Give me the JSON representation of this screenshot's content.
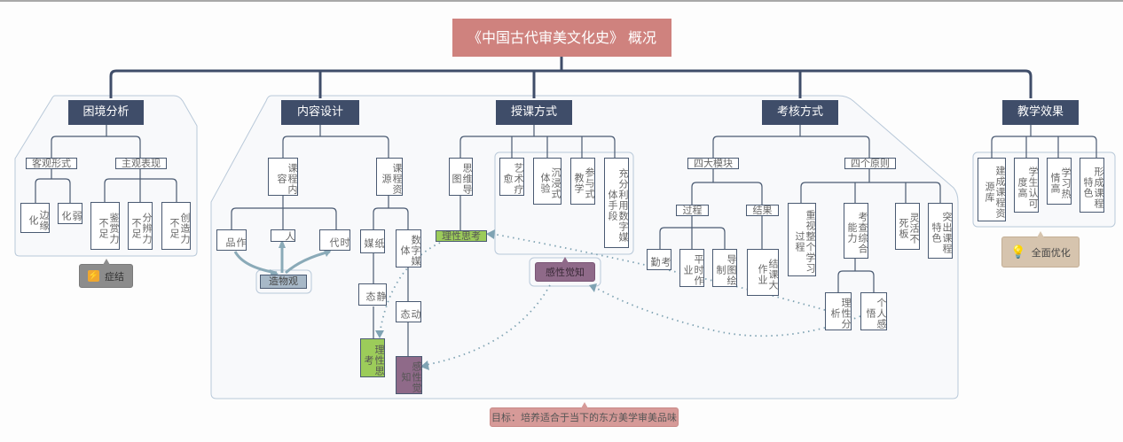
{
  "root": {
    "title": "《中国古代审美文化史》 概况"
  },
  "colors": {
    "root": "#cf827e",
    "main": "#3f4d69",
    "green": "#9ccc5a",
    "purple": "#8f6a89",
    "line": "#4a5a72",
    "dotted": "#7fa3b3"
  },
  "branches": {
    "predicament": {
      "label": "困境分析",
      "objective": "客观形式",
      "subjective": "主观表现",
      "obj_items": [
        "边缘化",
        "弱化"
      ],
      "subj_items": [
        "鉴赏力不足",
        "分辨力不足",
        "创造力不足"
      ],
      "callout": "症结",
      "callout_icon": "lightning-icon"
    },
    "content": {
      "label": "内容设计",
      "course_content": "课程内容",
      "course_resources": "课程资源",
      "content_items": [
        "作品",
        "人",
        "时代"
      ],
      "worldview": "造物观",
      "resource_items": [
        "纸媒",
        "数字媒体"
      ],
      "static": "静态",
      "dynamic": "动态",
      "rational": "理性思考",
      "perceptual": "感性觉知"
    },
    "teaching": {
      "label": "授课方式",
      "mindmap": "思维导图",
      "mindmap_result": "理性思考",
      "methods": [
        "艺术疗愈",
        "沉浸式体验",
        "参与式教学",
        "充分利用数字媒体手段"
      ],
      "callout": "感性觉知"
    },
    "assessment": {
      "label": "考核方式",
      "four_modules": "四大模块",
      "four_principles": "四个原则",
      "process": "过程",
      "result": "结果",
      "process_items": [
        "考勤",
        "平时作业",
        "导图绘制"
      ],
      "result_items": [
        "结课大作业"
      ],
      "principles": [
        "重视整个学习过程",
        "考查综合能力",
        "灵活不死板",
        "突出课程特色"
      ],
      "ability_items": [
        "理性分析",
        "个人感悟"
      ]
    },
    "effect": {
      "label": "教学效果",
      "items": [
        "建成课程资源库",
        "学生认可度高",
        "学习热情高",
        "形成课程特色"
      ],
      "callout": "全面优化",
      "callout_icon": "lightbulb-icon"
    }
  },
  "goal": {
    "text": "目标：培养适合于当下的东方美学审美品味"
  }
}
